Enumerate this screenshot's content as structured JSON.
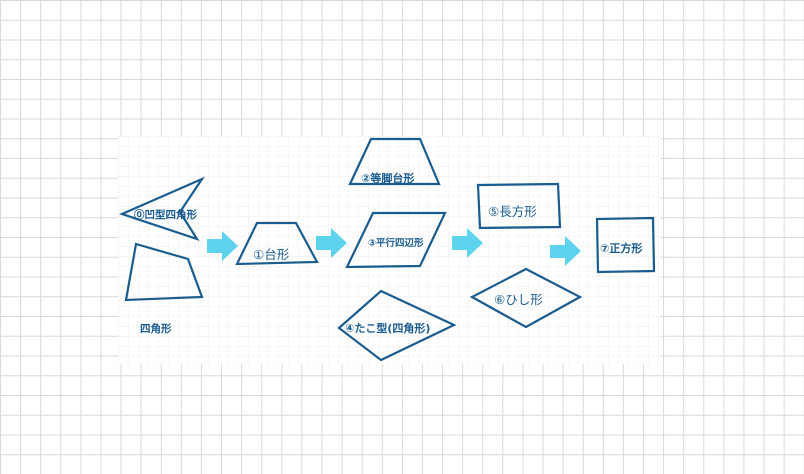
{
  "colors": {
    "shape_stroke": "#1a5c8e",
    "arrow_fill": "#5dd3ee",
    "panel_grid": "#ececec",
    "page_grid": "#d9d9d9"
  },
  "labels": {
    "concave": "⓪凹型四角形",
    "quad": "四角形",
    "trapezoid": "①台形",
    "isosceles": "②等脚台形",
    "parallelogram": "③平行四辺形",
    "kite": "④たこ型(四角形)",
    "rectangle": "⑤長方形",
    "rhombus": "⑥ひし形",
    "square": "⑦正方形"
  }
}
